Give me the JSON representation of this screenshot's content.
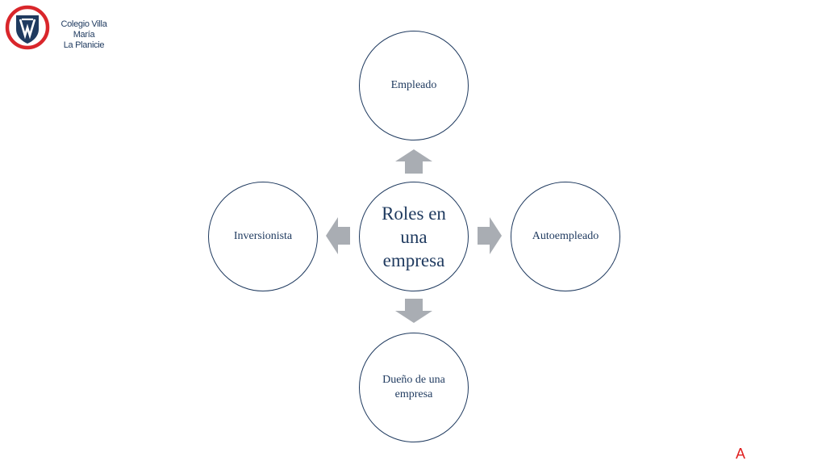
{
  "header": {
    "school_line1": "Colegio Villa María",
    "school_line2": "La Planicie"
  },
  "diagram": {
    "center": [
      "Roles en",
      "una",
      "empresa"
    ],
    "top": "Empleado",
    "right": "Autoempleado",
    "bottom": [
      "Dueño de una",
      "empresa"
    ],
    "left": "Inversionista"
  },
  "footer": {
    "mark": "A"
  },
  "colors": {
    "navy": "#1f3a5f",
    "arrow_gray": "#a9adb3",
    "logo_red": "#d9262b",
    "mark_red": "#e02020"
  }
}
